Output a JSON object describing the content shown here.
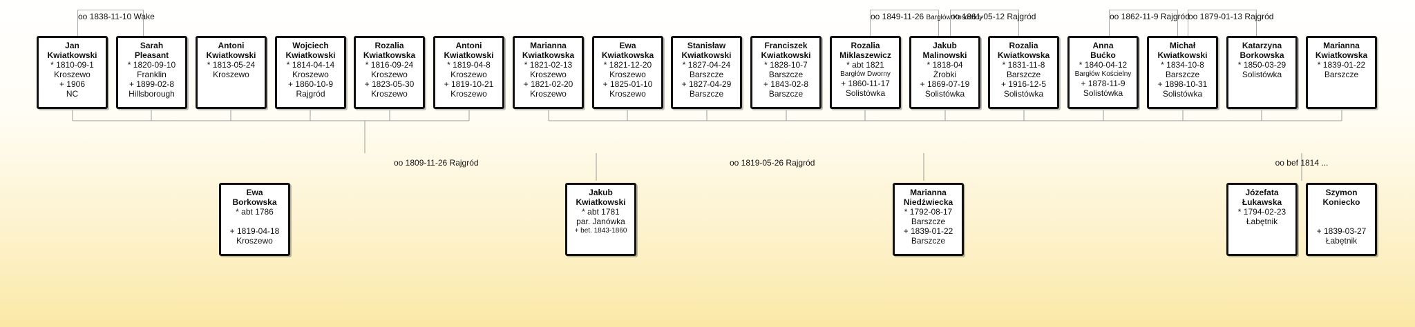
{
  "colors": {
    "line": "#999999",
    "card_border": "#111111",
    "bg_bottom": "#fbe8a6"
  },
  "top_row": [
    {
      "name_1": "Jan",
      "name_2": "Kwiatkowski",
      "birth": "* 1810-09-1",
      "birth_place": "Kroszewo",
      "death": "+ 1906",
      "death_place": "NC"
    },
    {
      "name_1": "Sarah",
      "name_2": "Pleasant",
      "birth": "* 1820-09-10",
      "birth_place": "Franklin",
      "death": "+ 1899-02-8",
      "death_place": "Hillsborough"
    },
    {
      "name_1": "Antoni",
      "name_2": "Kwiatkowski",
      "birth": "* 1813-05-24",
      "birth_place": "Kroszewo",
      "death": "",
      "death_place": ""
    },
    {
      "name_1": "Wojciech",
      "name_2": "Kwiatkowski",
      "birth": "* 1814-04-14",
      "birth_place": "Kroszewo",
      "death": "+ 1860-10-9",
      "death_place": "Rajgród"
    },
    {
      "name_1": "Rozalia",
      "name_2": "Kwiatkowska",
      "birth": "* 1816-09-24",
      "birth_place": "Kroszewo",
      "death": "+ 1823-05-30",
      "death_place": "Kroszewo"
    },
    {
      "name_1": "Antoni",
      "name_2": "Kwiatkowski",
      "birth": "* 1819-04-8",
      "birth_place": "Kroszewo",
      "death": "+ 1819-10-21",
      "death_place": "Kroszewo"
    },
    {
      "name_1": "Marianna",
      "name_2": "Kwiatkowska",
      "birth": "* 1821-02-13",
      "birth_place": "Kroszewo",
      "death": "+ 1821-02-20",
      "death_place": "Kroszewo"
    },
    {
      "name_1": "Ewa",
      "name_2": "Kwiatkowska",
      "birth": "* 1821-12-20",
      "birth_place": "Kroszewo",
      "death": "+ 1825-01-10",
      "death_place": "Kroszewo"
    },
    {
      "name_1": "Stanisław",
      "name_2": "Kwiatkowski",
      "birth": "* 1827-04-24",
      "birth_place": "Barszcze",
      "death": "+ 1827-04-29",
      "death_place": "Barszcze"
    },
    {
      "name_1": "Franciszek",
      "name_2": "Kwiatkowski",
      "birth": "* 1828-10-7",
      "birth_place": "Barszcze",
      "death": "+ 1843-02-8",
      "death_place": "Barszcze"
    },
    {
      "name_1": "Rozalia",
      "name_2": "Miklaszewicz",
      "birth": "* abt 1821",
      "birth_place": "Bargłów Dworny",
      "death": "+ 1860-11-17",
      "death_place": "Solistówka"
    },
    {
      "name_1": "Jakub",
      "name_2": "Malinowski",
      "birth": "* 1818-04",
      "birth_place": "Żrobki",
      "death": "+ 1869-07-19",
      "death_place": "Solistówka"
    },
    {
      "name_1": "Rozalia",
      "name_2": "Kwiatkowska",
      "birth": "* 1831-11-8",
      "birth_place": "Barszcze",
      "death": "+ 1916-12-5",
      "death_place": "Solistówka"
    },
    {
      "name_1": "Anna",
      "name_2": "Bućko",
      "birth": "* 1840-04-12",
      "birth_place": "Bargłów Kościelny",
      "death": "+ 1878-11-9",
      "death_place": "Solistówka"
    },
    {
      "name_1": "Michał",
      "name_2": "Kwiatkowski",
      "birth": "* 1834-10-8",
      "birth_place": "Barszcze",
      "death": "+ 1898-10-31",
      "death_place": "Solistówka"
    },
    {
      "name_1": "Katarzyna",
      "name_2": "Borkowska",
      "birth": "* 1850-03-29",
      "birth_place": "Solistówka",
      "death": "",
      "death_place": ""
    },
    {
      "name_1": "Marianna",
      "name_2": "Kwiatkowska",
      "birth": "* 1839-01-22",
      "birth_place": "Barszcze",
      "death": "",
      "death_place": ""
    }
  ],
  "top_marriages": [
    {
      "date": "oo 1838-11-10",
      "place": "Wake"
    },
    {
      "date": "oo 1849-11-26",
      "place": "Bargłów Kościelny"
    },
    {
      "date": "oo 1861-05-12",
      "place": "Rajgród"
    },
    {
      "date": "oo 1862-11-9",
      "place": "Rajgród"
    },
    {
      "date": "oo 1879-01-13",
      "place": "Rajgród"
    }
  ],
  "parent_marriages": [
    {
      "date": "oo 1809-11-26",
      "place": "Rajgród"
    },
    {
      "date": "oo 1819-05-26",
      "place": "Rajgród"
    },
    {
      "date": "oo bef 1814",
      "place": "..."
    }
  ],
  "bottom_row": [
    {
      "name_1": "Ewa",
      "name_2": "Borkowska",
      "birth": "* abt 1786",
      "birth_place": "",
      "death": "+ 1819-04-18",
      "death_place": "Kroszewo"
    },
    {
      "name_1": "Jakub",
      "name_2": "Kwiatkowski",
      "birth": "* abt 1781",
      "birth_place": "par. Janówka",
      "death": "+ bet. 1843-1860",
      "death_place": ""
    },
    {
      "name_1": "Marianna",
      "name_2": "Niedźwiecka",
      "birth": "* 1792-08-17",
      "birth_place": "Barszcze",
      "death": "+ 1839-01-22",
      "death_place": "Barszcze"
    },
    {
      "name_1": "Józefata",
      "name_2": "Łukawska",
      "birth": "* 1794-02-23",
      "birth_place": "Łabętnik",
      "death": "",
      "death_place": ""
    },
    {
      "name_1": "Szymon",
      "name_2": "Koniecko",
      "birth": "",
      "birth_place": "",
      "death": "+ 1839-03-27",
      "death_place": "Łabętnik"
    }
  ]
}
